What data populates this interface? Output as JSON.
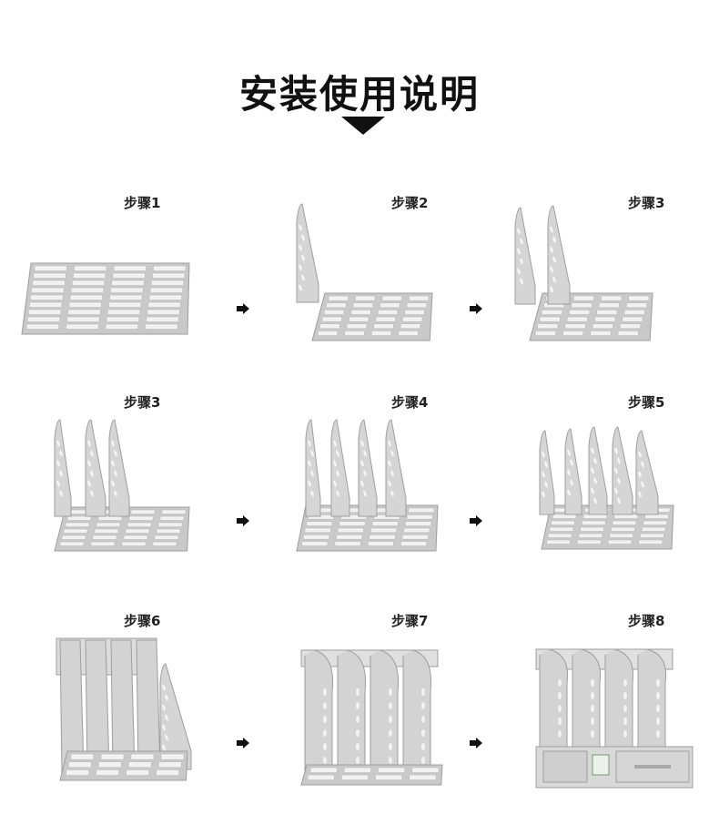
{
  "title": "安装使用说明",
  "steps": [
    {
      "label": "步骤1"
    },
    {
      "label": "步骤2"
    },
    {
      "label": "步骤3"
    },
    {
      "label": "步骤3"
    },
    {
      "label": "步骤4"
    },
    {
      "label": "步骤5"
    },
    {
      "label": "步骤6"
    },
    {
      "label": "步骤7"
    },
    {
      "label": "步骤8"
    }
  ],
  "icons": {
    "arrow": "arrow-right-icon",
    "title_arrow": "triangle-down-icon"
  },
  "colors": {
    "plastic": "#c9c9c9",
    "plastic_dark": "#9e9e9e",
    "text": "#111111"
  }
}
